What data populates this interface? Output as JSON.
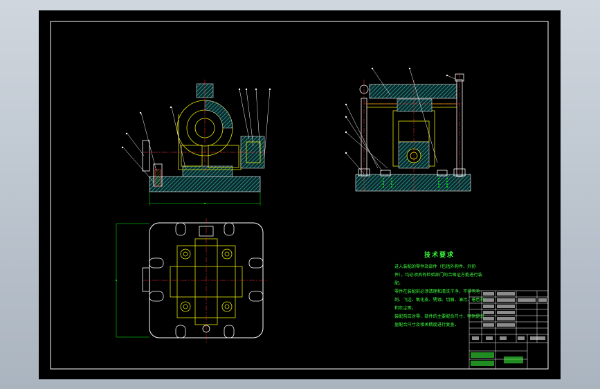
{
  "technical_requirements": {
    "title": "技术要求",
    "paragraphs": [
      "进入装配的零件及部件（包括外购件、外协件），均必须具有检验部门的合格证方能进行装配。",
      "零件在装配前必须清理和清洗干净，不得有毛刺、飞边、氧化皮、锈蚀、切屑、油污、着色剂和灰尘等。",
      "装配前应对零、部件的主要配合尺寸，特别是过盈配合尺寸及相关精度进行复查。"
    ]
  },
  "colors": {
    "background": "#000000",
    "frame": "#ffffff",
    "hatch": "#3ec4c4",
    "hidden_part": "#e8e800",
    "center_line": "#ff3030",
    "dimension": "#00ff00",
    "leader": "#ffffff"
  },
  "views": [
    "front-view",
    "side-view",
    "top-view"
  ]
}
